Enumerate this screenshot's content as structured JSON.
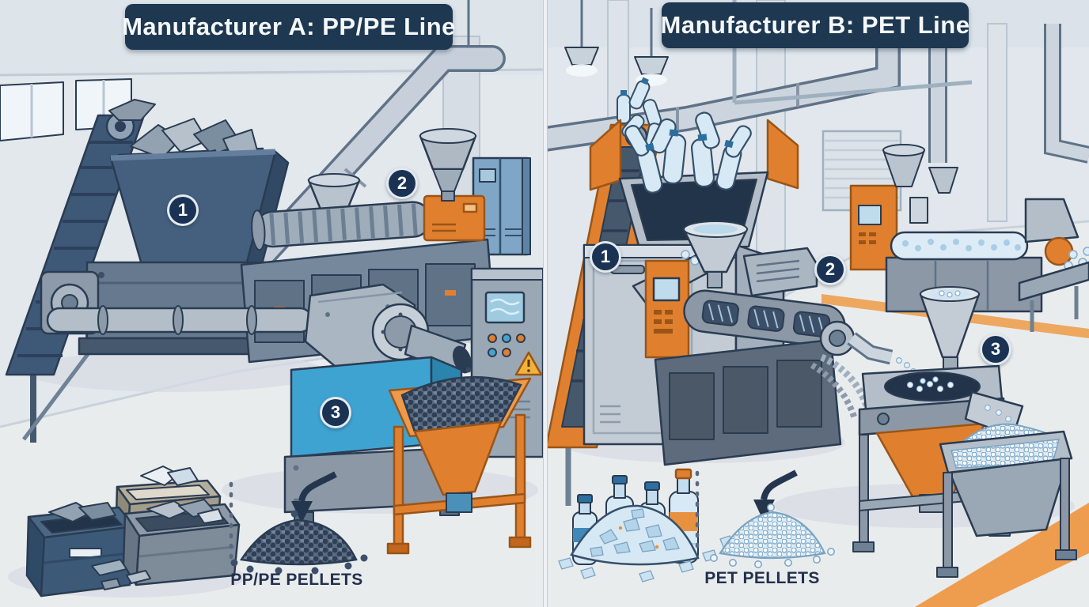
{
  "panels": [
    {
      "id": "A",
      "title": "Manufacturer A: PP/PE Line",
      "pellet_label": "PP/PE PELLETS",
      "steps": [
        {
          "num": "1",
          "name": "shredder-hopper"
        },
        {
          "num": "2",
          "name": "extruder"
        },
        {
          "num": "3",
          "name": "water-bath-pelletizing"
        }
      ]
    },
    {
      "id": "B",
      "title": "Manufacturer B: PET Line",
      "pellet_label": "PET PELLETS",
      "steps": [
        {
          "num": "1",
          "name": "bottle-washing-unit"
        },
        {
          "num": "2",
          "name": "extruder"
        },
        {
          "num": "3",
          "name": "pellet-classifier"
        }
      ]
    }
  ],
  "colors": {
    "banner_navy": "#1d3850",
    "badge_navy": "#1a3354",
    "accent_orange": "#e0802f",
    "machine_gray": "#b3bec9",
    "steel_blue_dark": "#44607e",
    "water_blue": "#3fa3d2",
    "control_cabinet_blue": "#7fa6c6",
    "dark_pellets": "#2e3f57",
    "pet_pellets": "#e7f1f8",
    "label_text": "#22304d",
    "background": "#e3e8ed"
  }
}
